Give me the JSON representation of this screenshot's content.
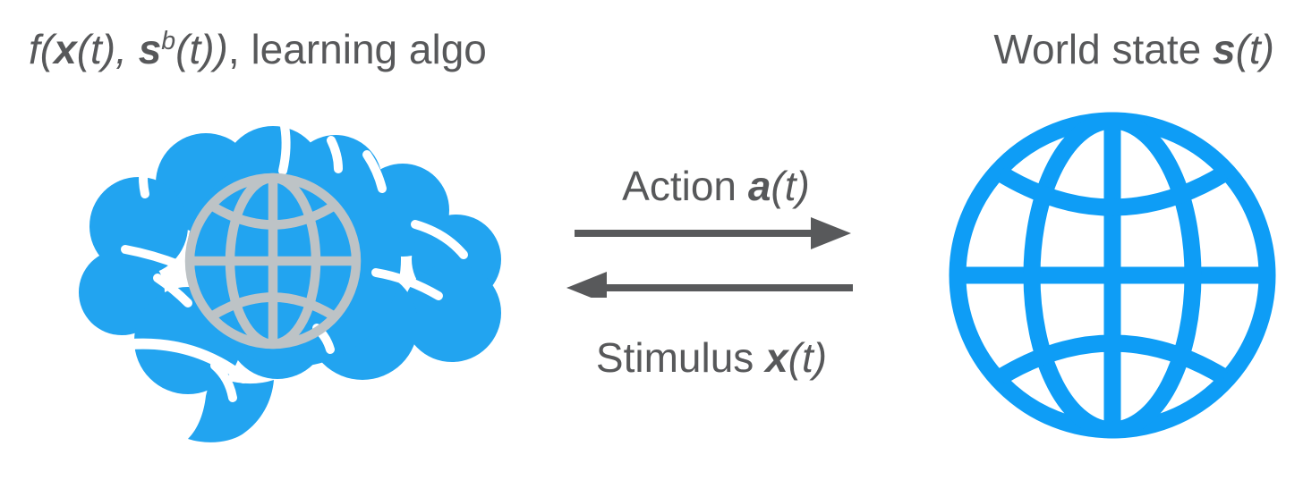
{
  "titles": {
    "left": {
      "f": "f(",
      "x": "x",
      "after_x": "(t), ",
      "s": "s",
      "sup": "b",
      "after_s": "(t))",
      "rest": ", learning algo"
    },
    "right": {
      "prefix": "World state ",
      "s": "s",
      "t": "(t)"
    }
  },
  "flows": {
    "action": {
      "label": "Action ",
      "var": "a",
      "t": "(t)",
      "direction": "brain-to-world"
    },
    "stimulus": {
      "label": "Stimulus ",
      "var": "x",
      "t": "(t)",
      "direction": "world-to-brain"
    }
  },
  "icons": {
    "brain": "brain-with-embedded-globe-icon",
    "world": "globe-grid-icon"
  },
  "colors": {
    "brain_blue": "#22A4F0",
    "world_blue": "#0E9DF6",
    "embedded_globe_gray": "#BDC3C6",
    "sulci_white": "#FFFFFF",
    "arrow_gray": "#58595B",
    "text_gray": "#57585A",
    "background": "#FFFFFF"
  }
}
